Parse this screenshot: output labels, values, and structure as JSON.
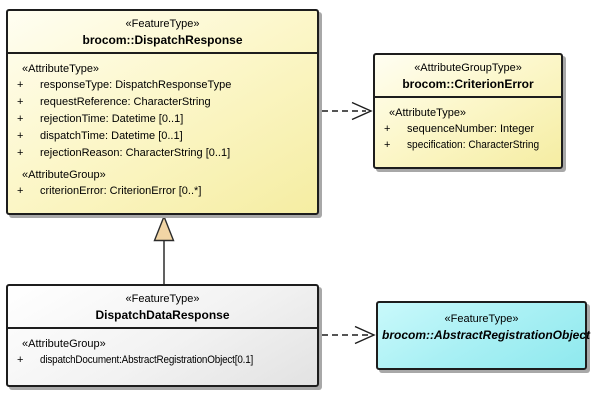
{
  "diagram": {
    "dispatch_response": {
      "stereotype": "«FeatureType»",
      "name": "brocom::DispatchResponse",
      "section1_heading": "«AttributeType»",
      "attributes": [
        {
          "vis": "+",
          "text": "responseType: DispatchResponseType"
        },
        {
          "vis": "+",
          "text": "requestReference: CharacterString"
        },
        {
          "vis": "+",
          "text": "rejectionTime: Datetime [0..1]"
        },
        {
          "vis": "+",
          "text": "dispatchTime: Datetime [0..1]"
        },
        {
          "vis": "+",
          "text": "rejectionReason: CharacterString [0..1]"
        }
      ],
      "section2_heading": "«AttributeGroup»",
      "group_attributes": [
        {
          "vis": "+",
          "text": "criterionError: CriterionError [0..*]"
        }
      ]
    },
    "criterion_error": {
      "stereotype": "«AttributeGroupType»",
      "name": "brocom::CriterionError",
      "section1_heading": "«AttributeType»",
      "attributes": [
        {
          "vis": "+",
          "text": "sequenceNumber: Integer"
        },
        {
          "vis": "+",
          "text": "specification: CharacterString"
        }
      ]
    },
    "dispatch_data_response": {
      "stereotype": "«FeatureType»",
      "name": "DispatchDataResponse",
      "section1_heading": "«AttributeGroup»",
      "attributes": [
        {
          "vis": "+",
          "text": "dispatchDocument:AbstractRegistrationObject[0.1]"
        }
      ]
    },
    "abstract_registration_object": {
      "stereotype": "«FeatureType»",
      "name": "brocom::AbstractRegistrationObject"
    },
    "connectors": [
      {
        "from": "brocom::DispatchResponse",
        "to": "brocom::CriterionError",
        "line": "dashed",
        "arrowhead": "open"
      },
      {
        "from": "DispatchDataResponse",
        "to": "brocom::DispatchResponse",
        "line": "solid",
        "arrowhead": "hollow-triangle"
      },
      {
        "from": "DispatchDataResponse",
        "to": "brocom::AbstractRegistrationObject",
        "line": "dashed",
        "arrowhead": "open"
      }
    ],
    "colors": {
      "background": "#ffffff",
      "border": "#1d1d1d",
      "shadow": "#a8a8a8",
      "feature_type_fill": "#f5edа2",
      "feature_type_fill_light": "#fffef2",
      "plain_class_fill": "#e2e2e2",
      "abstract_class_fill": "#a9f0f4",
      "generalization_triangle_fill": "#f1d5a5"
    }
  }
}
